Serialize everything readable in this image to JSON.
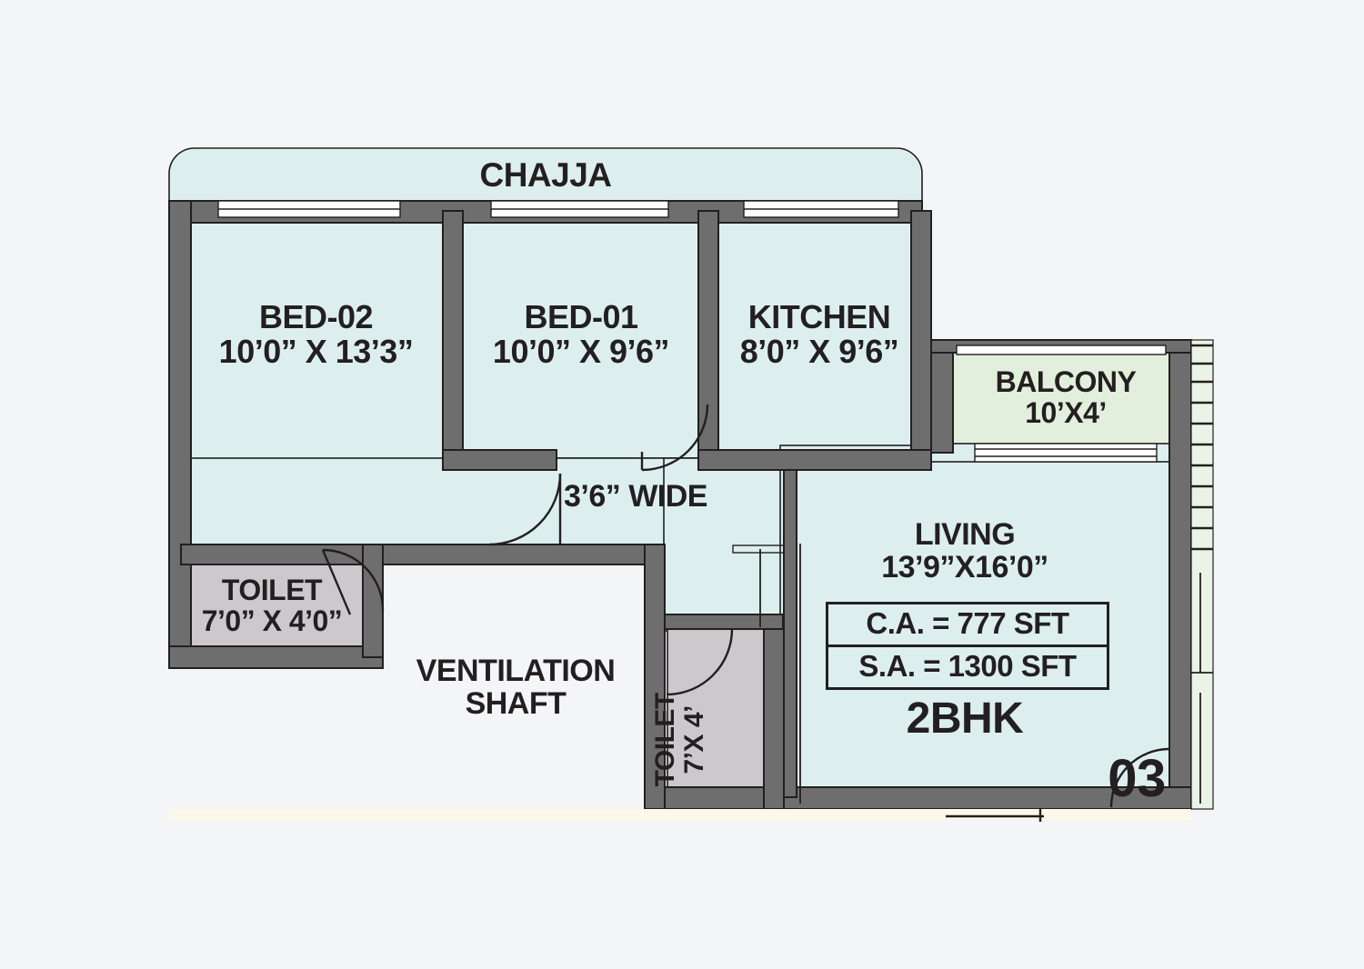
{
  "plan": {
    "title": "2BHK Residential Floor Plan",
    "unit_number": "03",
    "unit_type": "2BHK",
    "colors": {
      "background": "#f4f5f7",
      "room_fill": "#dcefee",
      "balcony_fill": "#e2efdc",
      "toilet_fill": "#ccc8cc",
      "shaft_fill": "#f4f5f7",
      "wall_fill": "#6e6e6e",
      "wall_stroke": "#231f20",
      "text": "#231f20",
      "threshold": "#fdf8ea"
    },
    "rooms": [
      {
        "key": "chajja",
        "name": "CHAJJA",
        "dimensions": ""
      },
      {
        "key": "bed02",
        "name": "BED-02",
        "dimensions": "10’0” X 13’3”"
      },
      {
        "key": "bed01",
        "name": "BED-01",
        "dimensions": "10’0” X 9’6”"
      },
      {
        "key": "kitchen",
        "name": "KITCHEN",
        "dimensions": "8’0” X 9’6”"
      },
      {
        "key": "balcony",
        "name": "BALCONY",
        "dimensions": "10’X4’"
      },
      {
        "key": "living",
        "name": "LIVING",
        "dimensions": "13’9”X16’0”"
      },
      {
        "key": "toilet1",
        "name": "TOILET",
        "dimensions": "7’0” X 4’0”"
      },
      {
        "key": "toilet2",
        "name": "TOILET",
        "dimensions": "7’X 4’"
      },
      {
        "key": "shaft",
        "name": "VENTILATION",
        "dimensions": "SHAFT"
      }
    ],
    "annotations": {
      "corridor_width": "3’6” WIDE"
    },
    "area_table": {
      "carpet_area": "C.A. = 777 SFT",
      "saleable_area": "S.A. = 1300 SFT"
    }
  }
}
